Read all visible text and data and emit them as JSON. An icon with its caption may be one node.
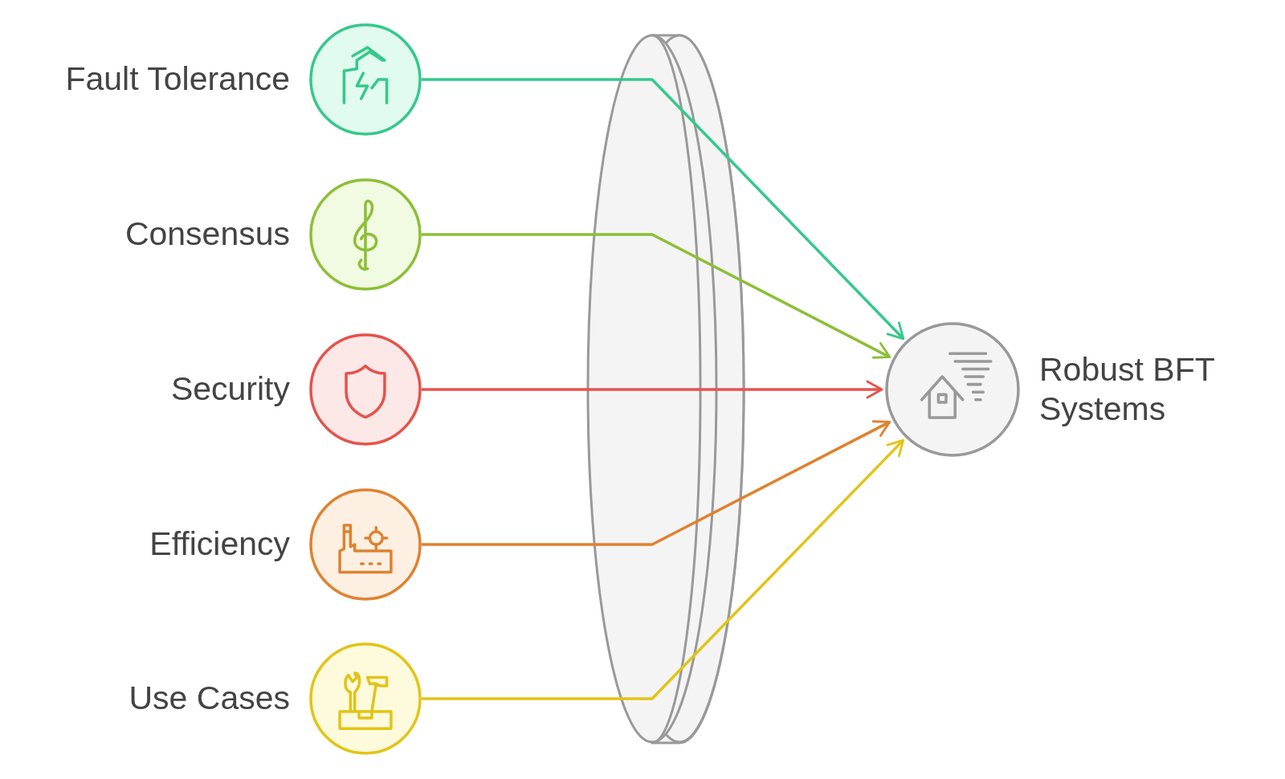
{
  "diagram": {
    "nodes": [
      {
        "text": [
          "Fault Tolerance"
        ]
      },
      {
        "text": [
          "Consensus"
        ]
      },
      {
        "text": [
          "Security"
        ]
      },
      {
        "text": [
          "Efficiency"
        ]
      },
      {
        "text": [
          "Use Cases"
        ]
      },
      {
        "text": [
          "Robust BFT Systems"
        ]
      }
    ],
    "edges": [
      {
        "from": 0,
        "to": 5,
        "arrow": "to",
        "color": "#34c98b"
      },
      {
        "from": 1,
        "to": 5,
        "arrow": "to",
        "color": "#8cbf36"
      },
      {
        "from": 2,
        "to": 5,
        "arrow": "to",
        "color": "#e5534b"
      },
      {
        "from": 3,
        "to": 5,
        "arrow": "to",
        "color": "#e0812e"
      },
      {
        "from": 4,
        "to": 5,
        "arrow": "to",
        "color": "#e2c416"
      }
    ]
  }
}
